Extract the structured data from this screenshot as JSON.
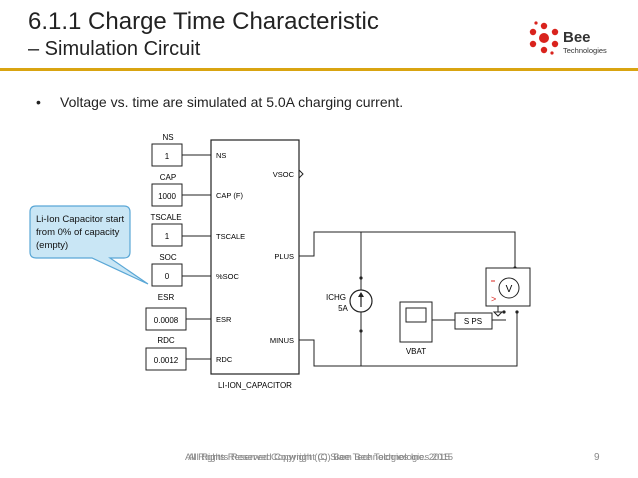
{
  "slide": {
    "title": "6.1.1 Charge Time Characteristic",
    "subtitle": "– Simulation Circuit",
    "bullet": "Voltage vs. time are simulated at 5.0A charging current.",
    "page_number": "9",
    "footer_a": "All Rights Reserved Copyright (C) Bee Technologies Inc. 2015",
    "footer_b": "All Rights Reserved Copyright (C) Siam Bee Technologies 2015"
  },
  "logo": {
    "name": "Bee",
    "sub": "Technologies",
    "color": "#d9231d"
  },
  "callout": {
    "lines": [
      "Li-Ion Capacitor start",
      "from 0% of capacity",
      "(empty)"
    ],
    "fill": "#c9e6f5",
    "border": "#5aa7d6"
  },
  "params": [
    {
      "label": "NS",
      "value": "1",
      "port": "NS"
    },
    {
      "label": "CAP",
      "value": "1000",
      "port": "CAP (F)"
    },
    {
      "label": "TSCALE",
      "value": "1",
      "port": "TSCALE"
    },
    {
      "label": "SOC",
      "value": "0",
      "port": "%SOC"
    },
    {
      "label": "ESR",
      "value": "0.0008",
      "port": "ESR"
    },
    {
      "label": "RDC",
      "value": "0.0012",
      "port": "RDC"
    }
  ],
  "block": {
    "name": "LI-ION_CAPACITOR",
    "outputs": [
      "VSOC",
      "PLUS",
      "MINUS"
    ]
  },
  "source": {
    "name": "ICHG",
    "value": "5A"
  },
  "scope": {
    "name": "VBAT"
  },
  "converter": {
    "name": "S PS"
  },
  "voltmeter": {
    "symbol": "V"
  }
}
